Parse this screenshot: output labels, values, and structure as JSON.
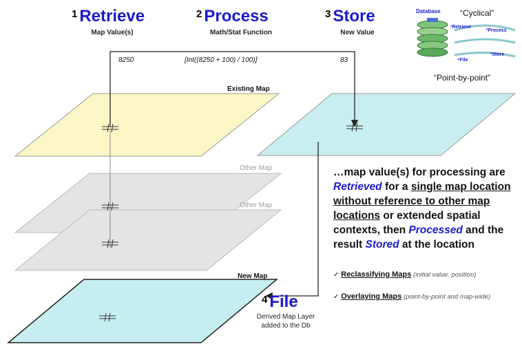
{
  "steps": {
    "retrieve": {
      "num": "1",
      "word": "Retrieve",
      "sub": "Map Value(s)"
    },
    "process": {
      "num": "2",
      "word": "Process",
      "sub": "Math/Stat Function"
    },
    "store": {
      "num": "3",
      "word": "Store",
      "sub": "New Value"
    },
    "file": {
      "num": "4",
      "word": "File",
      "sub1": "Derived Map Layer",
      "sub2": "added to the Db"
    }
  },
  "formula": {
    "left": "8250",
    "middle": "[Int((8250 + 100) / 100)]",
    "right": "83"
  },
  "maps": {
    "existing": "Existing Map",
    "other1": "Other Map",
    "other2": "Other Map",
    "new": "New Map"
  },
  "inset": {
    "cyclical": "“Cyclical”",
    "point_by_point": "“Point-by-point”",
    "database": "Database",
    "retrieve": "¹Retrieve",
    "process": "²Process",
    "file": "⁴File",
    "store": "³Store"
  },
  "description": {
    "p1": "…map value(s) for processing are ",
    "retrieved": "Retrieved",
    "p2": " for a ",
    "u1": "single map location without reference to other map locations",
    "p3": " or extended spatial contexts, then ",
    "processed": "Processed",
    "p4": " and the result ",
    "stored": "Stored",
    "p5": " at the location"
  },
  "bullets": [
    {
      "check": "✓",
      "title": "Reclassifying Maps",
      "note": "(initial value, position)"
    },
    {
      "check": "✓",
      "title": "Overlaying Maps",
      "note": "(point-by-point and map-wide)"
    }
  ],
  "colors": {
    "existing": "#fbf6c5",
    "new": "#c6eef0",
    "other": "#e3e3e3",
    "step_blue": "#1a1acc"
  }
}
